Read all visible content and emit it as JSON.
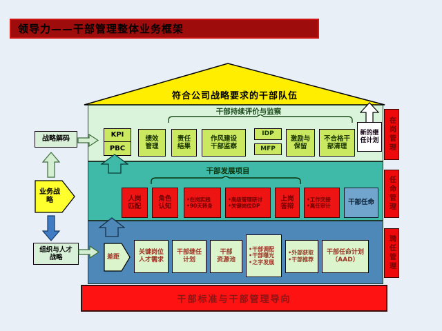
{
  "title": "领导力——干部管理整体业务框架",
  "roof_label": "符合公司战略要求的干部队伍",
  "left_col": {
    "strategy_decode": "战略解码",
    "business_strategy": [
      "业务战",
      "略"
    ],
    "org_talent": [
      "组织与人才",
      "战略"
    ]
  },
  "evaluation": {
    "heading": "干部持续评价与监察",
    "kpi": "KPI",
    "pbc": "PBC",
    "perf": [
      "绩效",
      "管理"
    ],
    "resp": [
      "责任",
      "结果"
    ],
    "conduct": [
      "作风建设",
      "干部监察"
    ],
    "idp": "IDP",
    "mfp": "MFP",
    "incentive": [
      "激励与",
      "保留"
    ],
    "unqualified": [
      "不合格干",
      "部清理"
    ],
    "new_succession": [
      "新的继",
      "任计划"
    ]
  },
  "development": {
    "heading": "干部发展项目",
    "fit": [
      "人岗",
      "匹配"
    ],
    "role": [
      "角色",
      "认知"
    ],
    "practice": [
      "•在岗实践",
      "•90天转身"
    ],
    "seminar": [
      "•高级管理研讨",
      "•关键岗位DP"
    ],
    "defense": [
      "上岗",
      "答辩"
    ],
    "handover": [
      "•工作交接",
      "•离任审计"
    ],
    "appointment": "干部任命"
  },
  "sourcing": {
    "gap": "差距",
    "key_positions": [
      "关键岗位",
      "人才需求"
    ],
    "succession_plan": [
      "干部继任",
      "计划"
    ],
    "talent_pool": [
      "干部",
      "资源池"
    ],
    "deployment": [
      "•干部调配",
      "•干部曝光",
      "•之字发展"
    ],
    "external": [
      "•外部获取",
      "•干部推荐"
    ],
    "appointment_plan": [
      "干部任命计划",
      "（AAD）"
    ]
  },
  "bottom_bar": "干部标准与干部管理导向",
  "right_tabs": [
    "在岗管理",
    "任命管理",
    "聘任管理"
  ],
  "colors": {
    "page_bg": "#e9eff6",
    "title_bg": "#9e0c0c",
    "title_border": "#cf1414",
    "roof_fill": "#ffee00",
    "evaluation_bg": "#d9f4da",
    "evaluation_box": "#cbe960",
    "development_bg": "#40baa8",
    "development_box": "#ee1414",
    "sourcing_bg": "#4e88b8",
    "pale_green_box": "#dcf4cc",
    "appointment_box": "#72a5cd",
    "bottom_bar_bg": "#fe1212",
    "right_tab_bg": "#ee0a0a"
  }
}
